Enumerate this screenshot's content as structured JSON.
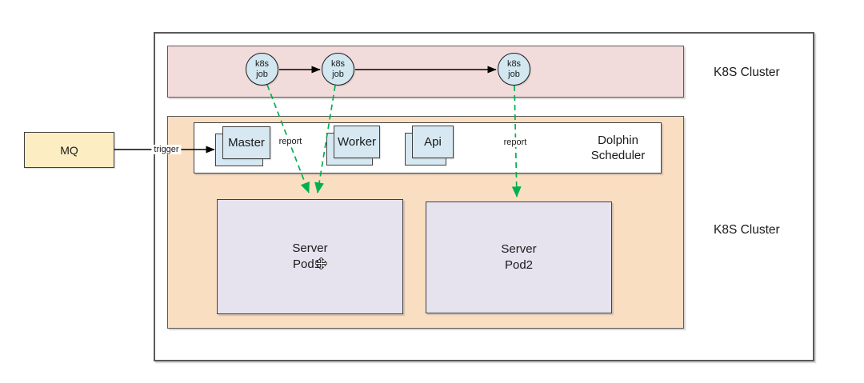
{
  "clusters": {
    "top_label": "K8S Cluster",
    "bottom_label": "K8S Cluster"
  },
  "mq": {
    "label": "MQ"
  },
  "edges": {
    "trigger": "trigger",
    "report_left": "report",
    "report_right": "report"
  },
  "jobs": [
    {
      "line1": "k8s",
      "line2": "job"
    },
    {
      "line1": "k8s",
      "line2": "job"
    },
    {
      "line1": "k8s",
      "line2": "job"
    }
  ],
  "scheduler": {
    "title_line1": "Dolphin",
    "title_line2": "Scheduler",
    "components": [
      "Master",
      "Worker",
      "Api"
    ]
  },
  "pods": [
    {
      "line1": "Server",
      "line2": "Pod1"
    },
    {
      "line1": "Server",
      "line2": "Pod2"
    }
  ],
  "colors": {
    "pink_band": "#F2DCDB",
    "orange_band": "#FADEC2",
    "component_fill": "#D7E8F2",
    "pod_fill": "#E6E2EE",
    "mq_fill": "#FCEEC2",
    "border_dark": "#404040",
    "border_gray": "#595959",
    "green_arrow": "#00B050",
    "black_arrow": "#000000"
  }
}
